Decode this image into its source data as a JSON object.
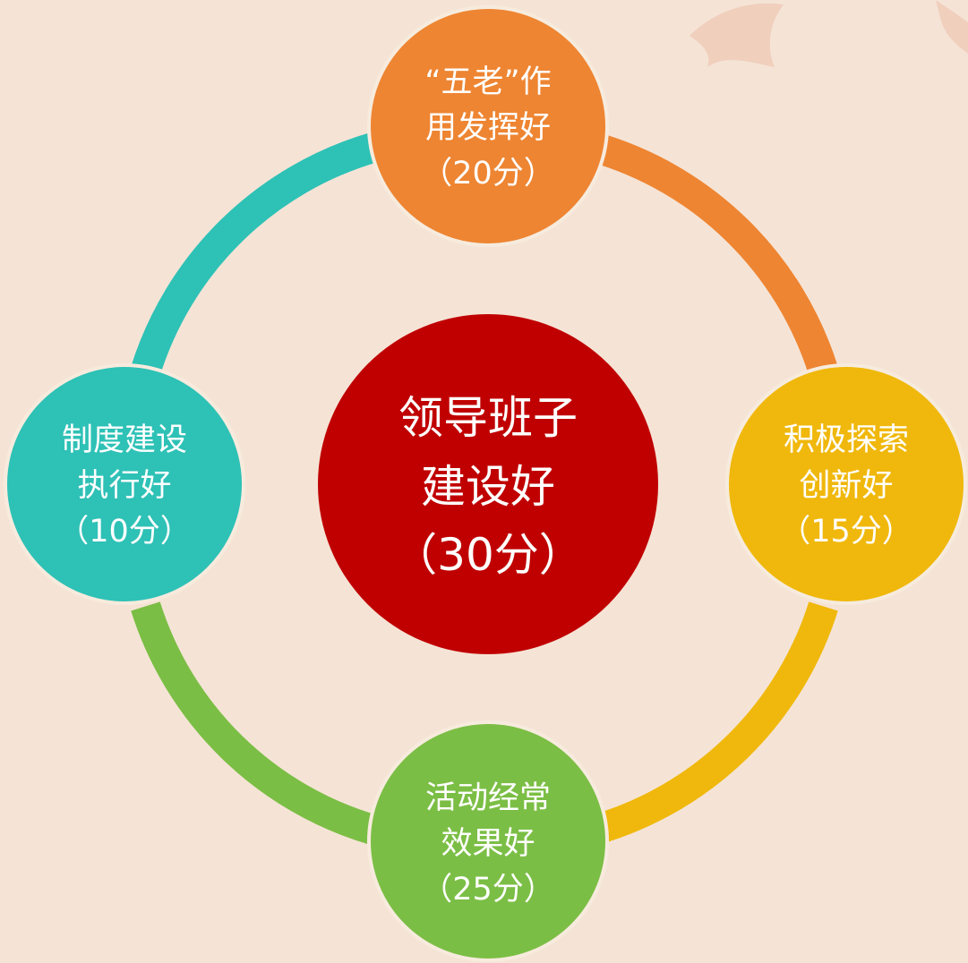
{
  "colors": {
    "background": "#F5E4D6",
    "ring_top_right": "#EE8532",
    "ring_right_bottom": "#F0B80C",
    "ring_bottom_left": "#7BBE45",
    "ring_left_top": "#2EC1B6",
    "node_border": "#F7EBDD",
    "center_fill": "#C00000"
  },
  "center": {
    "line1": "领导班子",
    "line2": "建设好",
    "line3": "（30分）",
    "color": "#C00000"
  },
  "nodes": {
    "top": {
      "line1": "“五老”作",
      "line2": "用发挥好",
      "line3": "（20分）",
      "color": "#EE8532"
    },
    "right": {
      "line1": "积极探索",
      "line2": "创新好",
      "line3": "（15分）",
      "color": "#F0B80C"
    },
    "bottom": {
      "line1": "活动经常",
      "line2": "效果好",
      "line3": "（25分）",
      "color": "#7BBE45"
    },
    "left": {
      "line1": "制度建设",
      "line2": "执行好",
      "line3": "（10分）",
      "color": "#2EC1B6"
    }
  }
}
